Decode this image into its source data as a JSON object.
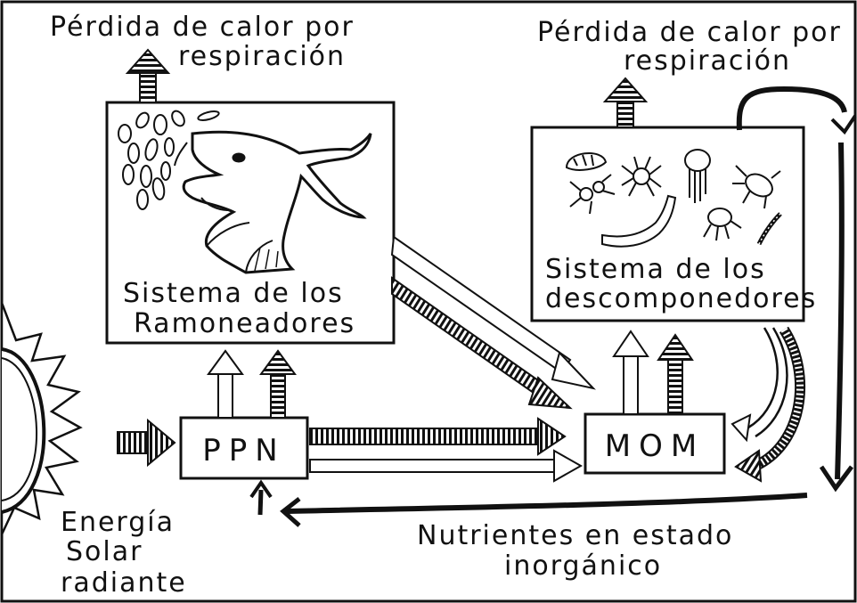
{
  "labels": {
    "heat_loss_left_line1": "Pérdida de calor por",
    "heat_loss_left_line2": "respiración",
    "heat_loss_right_line1": "Pérdida de calor por",
    "heat_loss_right_line2": "respiración",
    "grazers_line1": "Sistema de los",
    "grazers_line2": "Ramoneadores",
    "decomposers_line1": "Sistema de los",
    "decomposers_line2": "descomponedores",
    "ppn": "PPN",
    "mom": "MOM",
    "solar_line1": "Energía",
    "solar_line2": "Solar",
    "solar_line3": "radiante",
    "nutrients_line1": "Nutrientes en estado",
    "nutrients_line2": "inorgánico"
  },
  "colors": {
    "ink": "#111111",
    "paper": "#ffffff"
  },
  "icons": [
    "sun-icon",
    "goat-icon",
    "leaves-icon",
    "soil-organisms-icon"
  ]
}
